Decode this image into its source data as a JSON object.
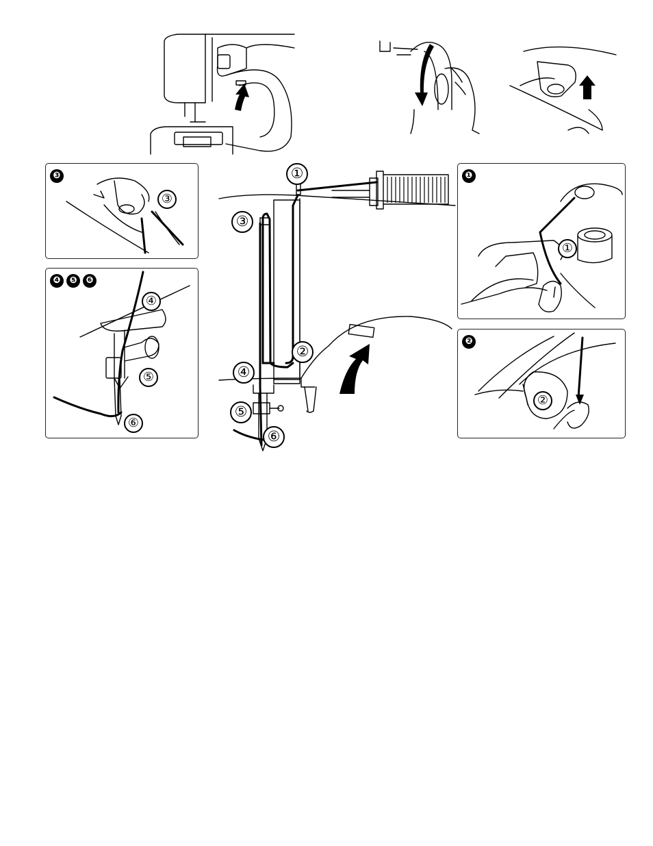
{
  "figure": {
    "top_strip": {
      "images": [
        "machine-side-lever-lifted",
        "handwheel-turned-toward-you",
        "presser-foot-lever-raised"
      ]
    },
    "main": {
      "labels": [
        "①",
        "②",
        "③",
        "④",
        "⑤",
        "⑥"
      ]
    },
    "inset_3": {
      "badges": [
        "❸"
      ],
      "labels": [
        "③"
      ]
    },
    "inset_456": {
      "badges": [
        "❹",
        "❺",
        "❻"
      ],
      "labels": [
        "④",
        "⑤",
        "⑥"
      ]
    },
    "inset_1": {
      "badges": [
        "❶"
      ],
      "labels": [
        "①"
      ]
    },
    "inset_2": {
      "badges": [
        "❷"
      ],
      "labels": [
        "②"
      ]
    }
  },
  "icons": [
    "arrow-up-icon",
    "arrow-down-icon",
    "spool-icon",
    "needle-icon",
    "hand-icon"
  ]
}
